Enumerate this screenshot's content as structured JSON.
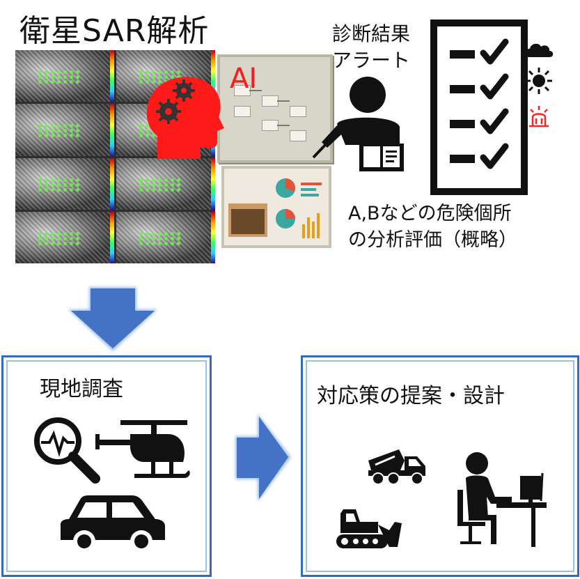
{
  "header": {
    "title": "衛星SAR解析",
    "ai_label": "AI",
    "diagnosis_line1": "診断結果",
    "diagnosis_line2": "アラート",
    "analysis_line1": "A,Bなどの危険個所",
    "analysis_line2": "の分析評価（概略）"
  },
  "icons": {
    "ai_head": "head-gears-icon",
    "presenter": "presenter-icon",
    "checklist": "checklist-icon",
    "weather": [
      "cloud-icon",
      "sun-icon",
      "alarm-icon"
    ],
    "survey": [
      "magnifier-pulse-icon",
      "helicopter-icon",
      "car-icon"
    ],
    "measures": [
      "mixer-truck-icon",
      "bulldozer-icon",
      "desk-worker-icon"
    ]
  },
  "boxes": {
    "survey_label": "現地調査",
    "measures_label": "対応策の提案・設計"
  },
  "colors": {
    "arrow_blue": "#4472c4",
    "box_border": "#2f6db4",
    "ai_red": "#ff1a1a",
    "alarm_red": "#ff2020"
  }
}
